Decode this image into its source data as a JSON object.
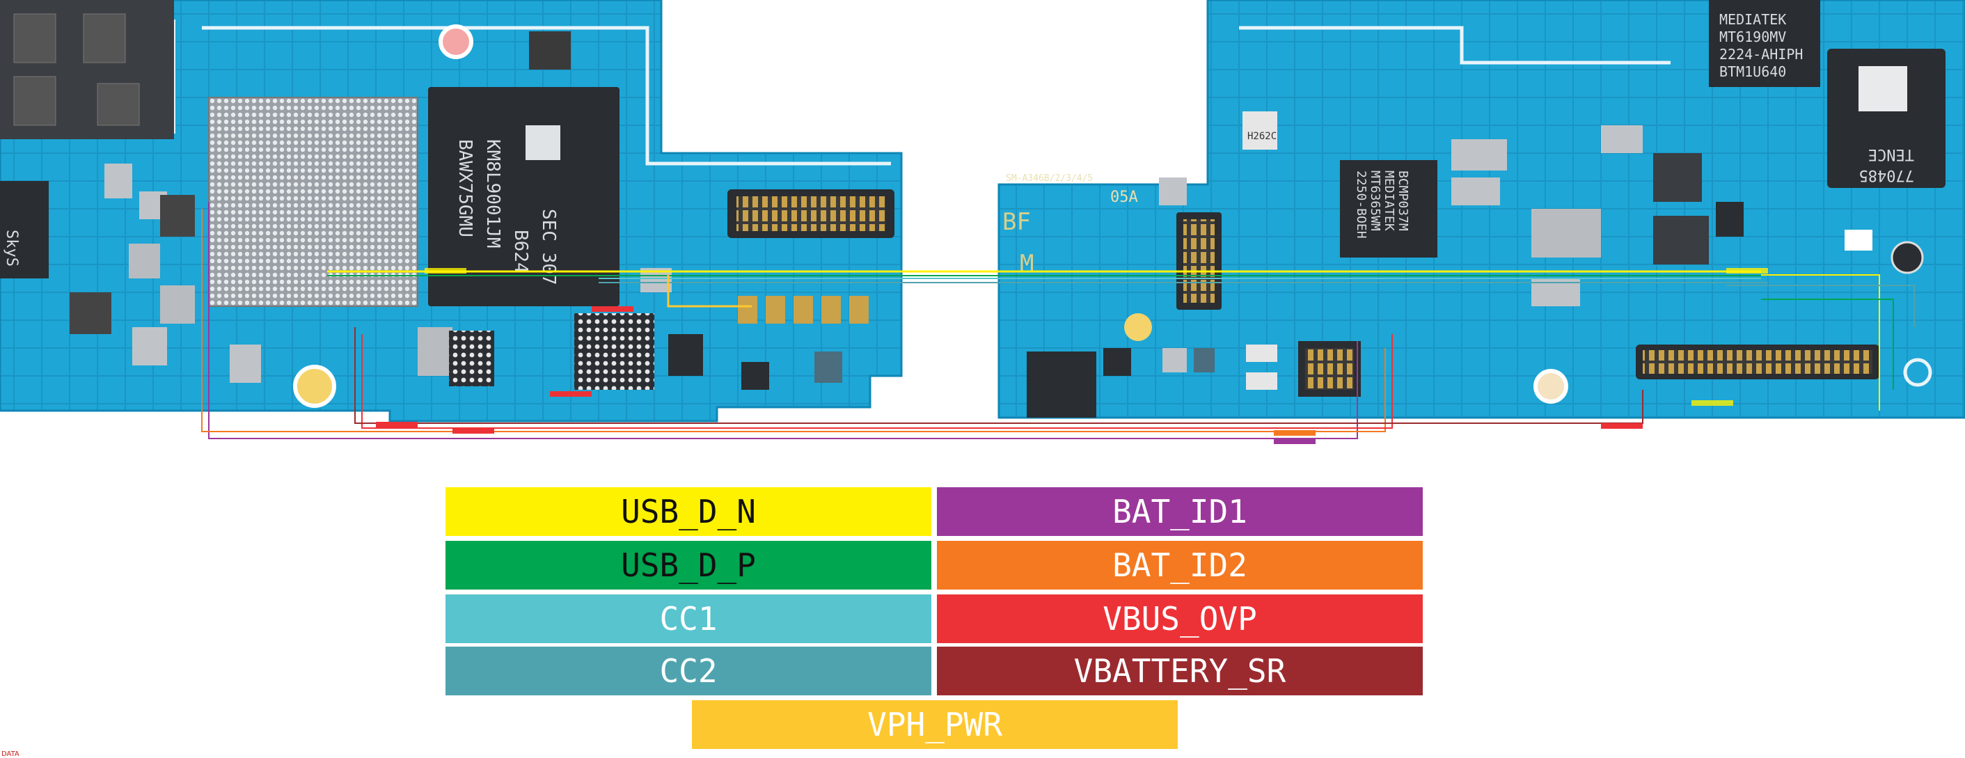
{
  "board": {
    "colors": {
      "pcb": "#1ea6d6",
      "pcb_dark": "#1590c0",
      "chip": "#2a2d31",
      "gold": "#c9a24a",
      "white": "#ffffff"
    },
    "chip_labels": {
      "memory": [
        "SEC 307",
        "B624",
        "KM8L9001JM",
        "BAWX75GMU"
      ],
      "pmic": [
        "MEDIATEK",
        "MT6365WM",
        "2250-BOEH",
        "BCMP037M"
      ],
      "modem": [
        "MEDIATEK",
        "MT6190MV",
        "2224-AHIPH",
        "BTM1U640"
      ],
      "rf": [
        "TENCE",
        "770485"
      ],
      "small": [
        "H262C",
        "05A",
        "SM-A346B/2/3/4/5",
        "BF",
        "M",
        "SkyS"
      ]
    }
  },
  "legend": [
    {
      "label": "USB_D_N",
      "color": "#fff200",
      "text_color": "#111111"
    },
    {
      "label": "BAT_ID1",
      "color": "#9b379a",
      "text_color": "#ffffff"
    },
    {
      "label": "USB_D_P",
      "color": "#00a650",
      "text_color": "#111111"
    },
    {
      "label": "BAT_ID2",
      "color": "#f57920",
      "text_color": "#ffffff"
    },
    {
      "label": "CC1",
      "color": "#57c4ce",
      "text_color": "#ffffff"
    },
    {
      "label": "VBUS_OVP",
      "color": "#ed3237",
      "text_color": "#ffffff"
    },
    {
      "label": "CC2",
      "color": "#4fa3ae",
      "text_color": "#ffffff"
    },
    {
      "label": "VBATTERY_SR",
      "color": "#9b2a2f",
      "text_color": "#ffffff"
    },
    {
      "label": "VPH_PWR",
      "color": "#fdc82f",
      "text_color": "#ffffff"
    }
  ],
  "corner_label": "DATA"
}
